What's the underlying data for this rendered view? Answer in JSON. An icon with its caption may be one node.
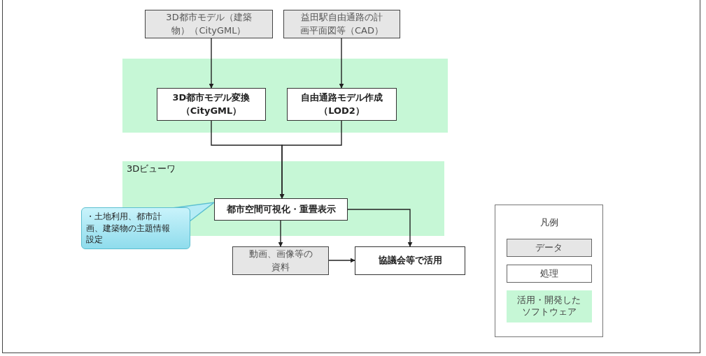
{
  "diagram": {
    "nodes": [
      {
        "text": [
          "3D都市モデル（建築物）（CityGML）"
        ]
      },
      {
        "text": [
          "益田駅自由通路の計画平面図等（CAD）"
        ]
      },
      {
        "text": [],
        "shape": "box"
      },
      {
        "text": [
          "3D都市モデル変換（CityGML）"
        ],
        "in": 2
      },
      {
        "text": [
          "自由通路モデル作成（LOD2）"
        ],
        "in": 2
      },
      {
        "text": [
          "3Dビューワ"
        ]
      },
      {
        "text": [
          "都市空間可視化・重畳表示"
        ],
        "in": 5
      },
      {
        "text": [
          "・土地利用、都市計画、建築物の主題情報設定"
        ]
      },
      {
        "text": [
          "動画、画像等の資料"
        ]
      },
      {
        "text": [
          "協議会等で活用"
        ]
      }
    ],
    "edges": [
      {
        "from": 0,
        "to": 3,
        "arrow": "to"
      },
      {
        "from": 1,
        "to": 4,
        "arrow": "to"
      },
      {
        "from": 3,
        "to": 6,
        "arrow": "to"
      },
      {
        "from": 4,
        "to": 6,
        "arrow": "to"
      },
      {
        "from": 6,
        "to": 8,
        "arrow": "to"
      },
      {
        "from": 6,
        "to": 9,
        "arrow": "to"
      },
      {
        "from": 8,
        "to": 9,
        "arrow": "to"
      },
      {
        "from": 7,
        "to": 6,
        "arrow": "none",
        "color": "#5bbfd0"
      }
    ],
    "labels": [
      "凡例"
    ],
    "legend": [
      {
        "text": "データ",
        "color": "#e6e6e6"
      },
      {
        "text": "処理",
        "color": "#ffffff"
      },
      {
        "text": "活用・開発したソフトウェア",
        "color": "#c6f7d6"
      }
    ]
  }
}
